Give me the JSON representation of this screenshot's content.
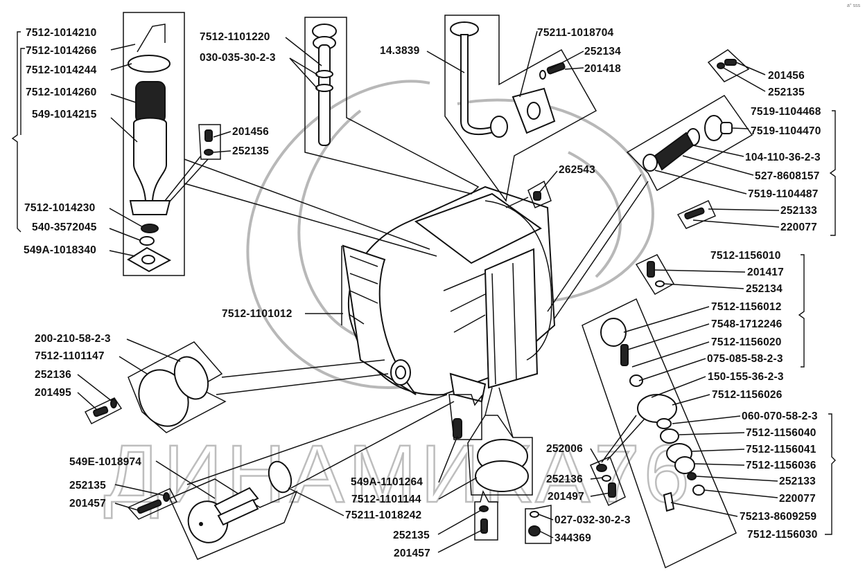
{
  "diagram": {
    "type": "exploded-parts-diagram",
    "corner_mark": "a° sss",
    "watermark_text": "ДИНАМИКА76",
    "main_part": "7512-1101012",
    "callouts": {
      "top_left_group": [
        "7512-1014210",
        "7512-1014266",
        "7512-1014244",
        "7512-1014260",
        "549-1014215"
      ],
      "left_bolt": [
        "201456",
        "252135"
      ],
      "left_lower": [
        "7512-1014230",
        "540-3572045",
        "549A-1018340"
      ],
      "filler": [
        "7512-1101220",
        "030-035-30-2-3"
      ],
      "sender": [
        "14.3839",
        "75211-1018704",
        "252134",
        "201418"
      ],
      "top_center": [
        "262543"
      ],
      "right_top": [
        "201456",
        "252135",
        "7519-1104468",
        "7519-1104470",
        "104-110-36-2-3",
        "527-8608157",
        "7519-1104487",
        "252133",
        "220077"
      ],
      "right_mid": [
        "7512-1156010",
        "201417",
        "252134",
        "7512-1156012",
        "7548-1712246",
        "7512-1156020",
        "075-085-58-2-3",
        "150-155-36-2-3",
        "7512-1156026"
      ],
      "right_low": [
        "060-070-58-2-3",
        "7512-1156040",
        "7512-1156041",
        "7512-1156036",
        "252133",
        "220077",
        "75213-8609259",
        "7512-1156030"
      ],
      "left_hatch": [
        "200-210-58-2-3",
        "7512-1101147",
        "252136",
        "201495"
      ],
      "heater": [
        "549E-1018974",
        "252135",
        "201457",
        "75211-1018242"
      ],
      "bottom_center": [
        "549A-1101264",
        "7512-1101144",
        "252135",
        "201457",
        "027-032-30-2-3",
        "344369"
      ],
      "bottom_right_bolt": [
        "252006",
        "252136",
        "201497"
      ]
    }
  }
}
